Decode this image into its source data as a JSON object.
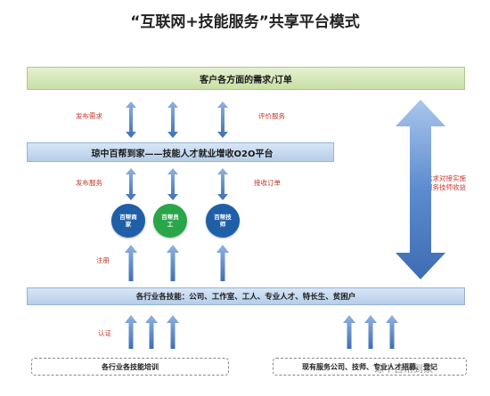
{
  "title": "“互联网+技能服务”共享平台模式",
  "bands": {
    "top": "客户各方面的需求/订单",
    "platform": "琼中百帮到家——技能人才就业增收O2O平台",
    "skills": "各行业各技能：公司、工作室、工人、专业人才、特长生、贫困户"
  },
  "labels": {
    "publish_demand": "发布需求",
    "evaluate_service": "评价服务",
    "publish_service": "发布服务",
    "accept_order": "接收订单",
    "register": "注册",
    "certify": "认证"
  },
  "circles": {
    "merchant": "百帮商家",
    "employee": "百帮员工",
    "technician": "百帮技师"
  },
  "side_text": "供求对接实施服务技师收益",
  "bottom": {
    "training": "各行业各技能培训",
    "existing": "现有服务公司、技师、专业人才招募、登记"
  },
  "watermark": "琼中百帮到家",
  "colors": {
    "green_band": "#c7dfa4",
    "blue_band": "#b5cde9",
    "label_red": "#c0392b",
    "arrow_blue": "#4f7fc2"
  }
}
